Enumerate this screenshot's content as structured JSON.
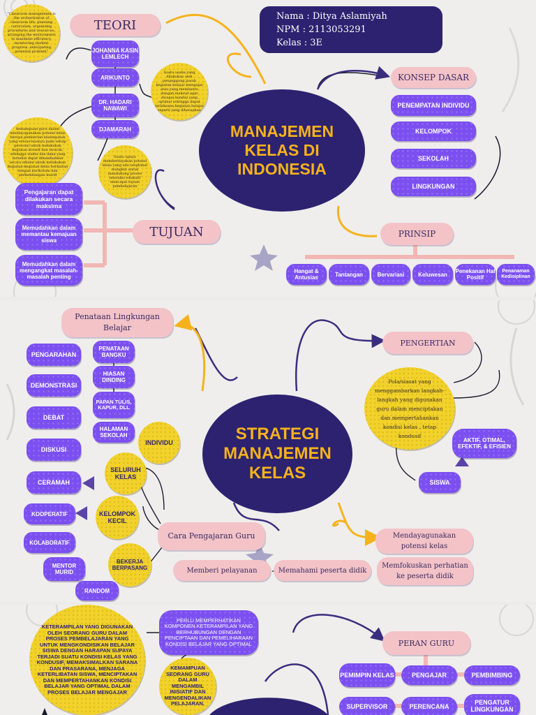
{
  "colors": {
    "navy": "#2c2270",
    "gold": "#f6b21c",
    "purple": "#7b4ff0",
    "pink": "#f3c3c8",
    "yellow": "#f2d22a"
  },
  "page1": {
    "info": {
      "name": "Nama : Ditya Aslamiyah",
      "npm": "NPM : 2113053291",
      "kelas": "Kelas : 3E"
    },
    "title": "MANAJEMEN KELAS DI INDONESIA",
    "teori": {
      "label": "TEORI",
      "items": [
        "JOHANNA KASIN LEMLECH",
        "ARIKUNTO",
        "DR. HADARI NAWAWI",
        "DJAMARAH"
      ],
      "notes": [
        "\"Classroom management is the orchestration of classroom life: planning curriculum, organizing procedures and resources, arranging the environment to maximize efficiency, monitoring student progress, anticipating potential problem\"",
        "Suatu usaha yang dilakukan oleh penanggung jawab kegiatan belajar mengajar atau yang membantu dengan maksud agar dicapai kondisi yang optimal sehingga dapat terlaksana kegiatan belajar seperti yang diharapkan",
        "kemampuan guru dalam mendayagunakan potensi kelas berupa pemberian kesempatan yang seluas-luasnya pada setiap personal untuk melakukan kegiatan kreatif dan terarah, sehingga waktu dan dana yang tersedia dapat dimanfaatkan secara efisien untuk melakukan kegiatan-kegiatan kelas berkaitan dengan kurikulum dan perkembangan murid",
        "Suatu upaya memberdayakan potensi kelas yang ada seoptimal mungkin untuk mendukung proses interaksi edukatif mencapai tujuan pembelajaran"
      ]
    },
    "konsep": {
      "label": "KONSEP DASAR",
      "items": [
        "PENEMPATAN INDIVIDU",
        "KELOMPOK",
        "SEKOLAH",
        "LINGKUNGAN"
      ]
    },
    "prinsip": {
      "label": "PRINSIP",
      "items": [
        "Hangat & Antusias",
        "Tantangan",
        "Bervariasi",
        "Keluwesan",
        "Penekanan Hal Positif",
        "Penanaman Kedisiplinan"
      ]
    },
    "tujuan": {
      "label": "TUJUAN",
      "items": [
        "Pengajaran dapat dilakukan secara maksima",
        "Memudahkan dalam memantau kemajuan siswa",
        "Memudahkan dalam mengangkat masalah-masalah penting"
      ]
    }
  },
  "page2": {
    "title": "STRATEGI MANAJEMEN KELAS",
    "lingkungan": {
      "label": "Penataan Lingkungan Belajar",
      "items": [
        "PENATAAN BANGKU",
        "HIASAN DINDING",
        "PAPAN TULIS, KAPUR, DLL",
        "HALAMAN SEKOLAH"
      ]
    },
    "metode": [
      "PENGARAHAN",
      "DEMONSTRASI",
      "DEBAT",
      "DISKUSI",
      "CERAMAH",
      "KOOPERATIF",
      "KOLABORATIF"
    ],
    "individu": "INDIVIDU",
    "seluruh": "SELURUH KELAS",
    "kelompok": "KELOMPOK KECIL",
    "bekerja": "BEKERJA BERPASANG",
    "mentor": "MENTOR MURID",
    "random": "RANDOM",
    "cara": "Cara Pengajaran Guru",
    "chain": [
      "Memberi pelayanan",
      "Memahami peserta didik",
      "Memfokuskan perhatian ke peserta didik"
    ],
    "mendaya": "Mendayagunakan potensi kelas",
    "pengertian": {
      "label": "PENGERTIAN",
      "text": "Pola/siasat yang menggambarkan langkah-langkah yang digunakan guru dalam menciptakan dan mempertahankan kondisi kelas , tetap kondusif"
    },
    "siswa": "SISWA",
    "aktif": "AKTIF, OTIMAL, EFEKTIF, & EFISIEN"
  },
  "page3": {
    "keterampilan": "KETERAMPILAN YANG DIGUNAKAN OLEH SEORANG GURU DALAM PROSES PEMBELAJARAN YANG UNTUK MENGKONDISIKAN BELAJAR SISWA DENGAN HARAPAN SUPAYA TERJADI SUATU KONDISI KELAS YANG KONDUSIF, MEMAKSIMALKAN SARANA DAN PRASARANA, MENJAGA KETERLIBATAN SISWA, MENCIPTAKAN DAN MEMPERTAHANKAN KONDISI BELAJAR YANG OPTIMAL DALAM PROSES BELAJAR MENGAJAR",
    "perlu": "PERLU MEMPERHATIKAN KOMPONEN KETERAMPILAN YANG BERHUBUNGAN DENGAN PENCIPTAAN DAN PEMELIHARAAN KONDISI BELAJAR YANG OPTIMAL",
    "kemampuan": "KEMAMPUAN SEORANG GURU DALAM MENGAMBIL INISIATIF DAN MENGENDALIKAN PELAJARAN.",
    "peran": {
      "label": "PERAN GURU",
      "items": [
        "PEMIMPIN KELAS",
        "PENGAJAR",
        "PEMBIMBING",
        "SUPERVISOR",
        "PERENCANA",
        "PENGATUR LINGKUNGAN"
      ]
    }
  }
}
